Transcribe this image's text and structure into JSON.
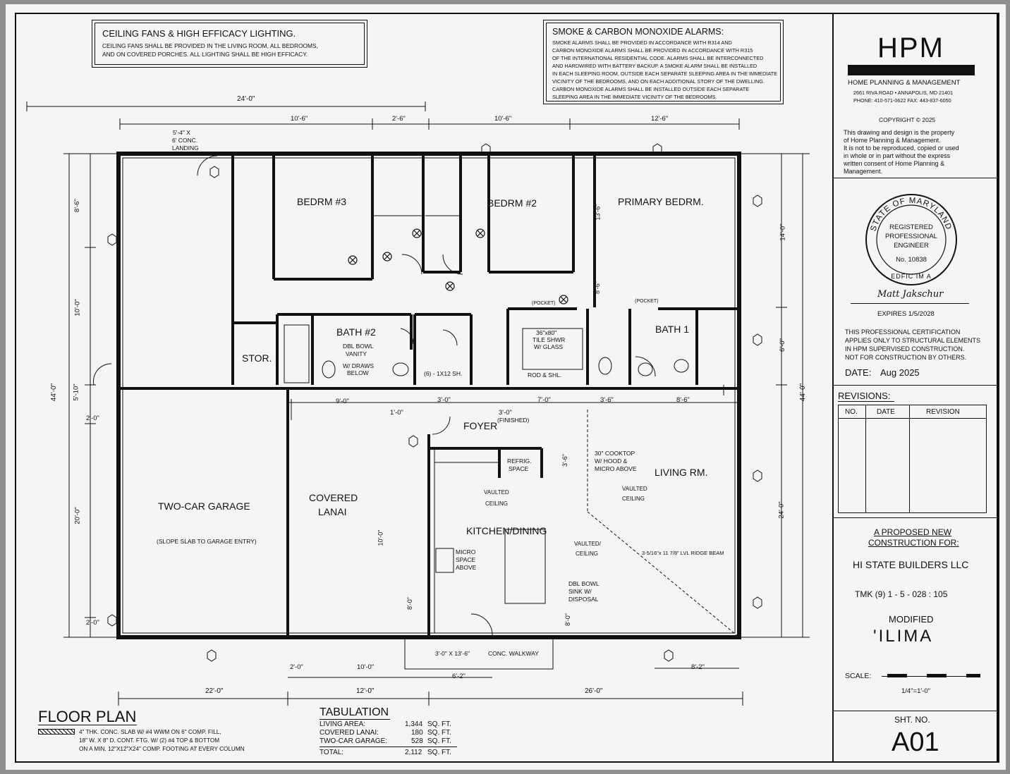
{
  "notes": {
    "fans": {
      "title": "CEILING FANS & HIGH EFFICACY LIGHTING.",
      "lines": [
        "CEILING FANS SHALL BE PROVIDED IN THE LIVING ROOM, ALL BEDROOMS,",
        "AND ON COVERED PORCHES.  ALL LIGHTING SHALL BE HIGH EFFICACY."
      ]
    },
    "smoke": {
      "title": "SMOKE & CARBON MONOXIDE ALARMS:",
      "lines": [
        "SMOKE ALARMS SHALL BE PROVIDED IN ACCORDANCE WITH R314 AND",
        "CARBON MONOXIDE ALARMS SHALL BE PROVIDED IN ACCORDANCE WITH R315",
        "OF THE INTERNATIONAL RESIDENTIAL CODE. ALARMS SHALL BE INTERCONNECTED",
        "AND HARDWIRED WITH BATTERY BACKUP.  A SMOKE ALARM SHALL BE INSTALLED",
        "IN EACH SLEEPING ROOM, OUTSIDE EACH SEPARATE SLEEPING AREA IN THE IMMEDIATE",
        "VICINITY OF THE BEDROOMS, AND ON EACH ADDITIONAL STORY OF THE DWELLING.",
        "CARBON MONOXIDE ALARMS SHALL BE INSTALLED OUTSIDE EACH SEPARATE",
        "SLEEPING AREA IN THE IMMEDIATE VICINITY OF THE BEDROOMS."
      ]
    }
  },
  "rooms": {
    "bedrm3": "BEDRM #3",
    "bedrm2": "BEDRM #2",
    "primary": "PRIMARY BEDRM.",
    "bath2": "BATH #2",
    "bath1": "BATH 1",
    "stor": "STOR.",
    "garage": "TWO-CAR GARAGE",
    "garage_note": "(SLOPE SLAB TO GARAGE ENTRY)",
    "lanai_1": "COVERED",
    "lanai_2": "LANAI",
    "foyer": "FOYER",
    "kitchen": "KITCHEN/DINING",
    "living": "LIVING RM."
  },
  "labels": {
    "landing_1": "5'-4\" X",
    "landing_2": "6' CONC.",
    "landing_3": "LANDING",
    "bowl_1": "DBL BOWL",
    "bowl_2": "VANITY",
    "bowl_3": "W/ DRAWS",
    "bowl_4": "BELOW",
    "shelves": "(6) - 1X12 SH.",
    "rod_shl": "ROD & SHL.",
    "tile_1": "36\"x80\"",
    "tile_2": "TILE SHWR",
    "tile_3": "W/ GLASS",
    "pocket_1": "(POCKET)",
    "pocket_2": "(POCKET)",
    "finished": "(FINISHED)",
    "refrig_1": "REFRIG.",
    "refrig_2": "SPACE",
    "cooktop_1": "30\" COOKTOP",
    "cooktop_2": "W/ HOOD &",
    "cooktop_3": "MICRO ABOVE",
    "vaulted_k1": "VAULTED",
    "vaulted_k2": "CEILING",
    "vaulted_l1": "VAULTED",
    "vaulted_l2": "CEILING",
    "vaulted_c1": "VAULTED/",
    "vaulted_c2": "CEILING",
    "micro_1": "MICRO",
    "micro_2": "SPACE",
    "micro_3": "ABOVE",
    "sink_1": "DBL BOWL",
    "sink_2": "SINK W/",
    "sink_3": "DISPOSAL",
    "beam": "3-5/16\"x 11 7/8\" LVL RIDGE BEAM",
    "walkway_dim": "3'-0\" X 13'-6\"",
    "walkway": "CONC. WALKWAY"
  },
  "dims": {
    "top_overall": "24'-0\"",
    "top_a": "10'-6\"",
    "top_b": "2'-6\"",
    "top_c": "10'-6\"",
    "top_d": "12'-6\"",
    "left_overall": "44'-0\"",
    "left_a": "8'-6\"",
    "left_b": "10'-0\"",
    "left_c": "5'-10\"",
    "left_d": "2'-0\"",
    "left_e": "20'-0\"",
    "left_f": "2'-0\"",
    "right_overall": "44'-0\"",
    "right_a": "14'-0\"",
    "right_b": "6'-0\"",
    "right_c": "24'-0\"",
    "mid_9": "9'-0\"",
    "mid_1": "1'-0\"",
    "mid_3a": "3'-0\"",
    "mid_3b": "3'-0\"",
    "mid_7": "7'-0\"",
    "mid_35": "3'-6\"",
    "mid_86": "8'-6\"",
    "v_136": "13'-6\"",
    "v_86": "8'-6\"",
    "v_36": "3'-6\"",
    "v_100": "10'-0\"",
    "v_80a": "8'-0\"",
    "v_80b": "8'-0\"",
    "bot_2": "2'-0\"",
    "bot_10": "10'-0\"",
    "bot_62": "6'-2\"",
    "bot_82": "8'-2\"",
    "bot_22": "22'-0\"",
    "bot_12": "12'-0\"",
    "bot_26": "26'-0\""
  },
  "floor_plan": {
    "title": "FLOOR PLAN",
    "note_1": "4\" THK. CONC. SLAB W/ #4 WWM ON 6\" COMP. FILL,",
    "note_2": "18\" W. X 8\" D. CONT. FTG. W/ (2) #4 TOP & BOTTOM",
    "note_3": "ON A MIN. 12\"X12\"X24\" COMP. FOOTING AT EVERY COLUMN"
  },
  "tabulation": {
    "title": "TABULATION",
    "rows": [
      {
        "label": "LIVING AREA:",
        "value": "1,344",
        "unit": "SQ. FT."
      },
      {
        "label": "COVERED LANAI:",
        "value": "180",
        "unit": "SQ. FT."
      },
      {
        "label": "TWO-CAR GARAGE:",
        "value": "528",
        "unit": "SQ. FT."
      }
    ],
    "total": {
      "label": "TOTAL:",
      "value": "2,112",
      "unit": "SQ. FT."
    }
  },
  "title_block": {
    "logo": "HPM",
    "company": "HOME PLANNING & MANAGEMENT",
    "address": "2661 RIVA ROAD • ANNAPOLIS, MD 21401",
    "phone": "PHONE: 410-571-0622    FAX: 443-837-6050",
    "copyright": "COPYRIGHT © 2025",
    "disclaimer": [
      "This drawing and design is the property",
      "of Home Planning & Management.",
      "It is not to be reproduced, copied or used",
      "in whole or in part without the express",
      "written consent of Home Planning &",
      "Management."
    ],
    "seal_ring": "STATE OF MARYLAND",
    "seal_1": "REGISTERED",
    "seal_2": "PROFESSIONAL",
    "seal_3": "ENGINEER",
    "seal_4": "No. 10838",
    "seal_bottom": "EDFIC IM A",
    "signature": "Matt Jakschur",
    "expires": "EXPIRES  1/5/2028",
    "cert": [
      "THIS PROFESSIONAL CERTIFICATION",
      "APPLIES ONLY TO STRUCTURAL ELEMENTS",
      "IN HPM SUPERVISED CONSTRUCTION.",
      "NOT FOR CONSTRUCTION BY OTHERS."
    ],
    "date_label": "DATE:",
    "date_value": "Aug 2025",
    "revisions_title": "REVISIONS:",
    "rev_headers": [
      "NO.",
      "DATE",
      "REVISION"
    ],
    "project_1": "A PROPOSED NEW",
    "project_2": "CONSTRUCTION FOR:",
    "client": "HI STATE BUILDERS LLC",
    "tmk": "TMK  (9) 1 - 5 - 028 : 105",
    "modified": "MODIFIED",
    "model": "'ILIMA",
    "scale_label": "SCALE:",
    "scale_value": "1/4\"=1'-0\"",
    "sheet_label": "SHT. NO.",
    "sheet_no": "A01"
  }
}
